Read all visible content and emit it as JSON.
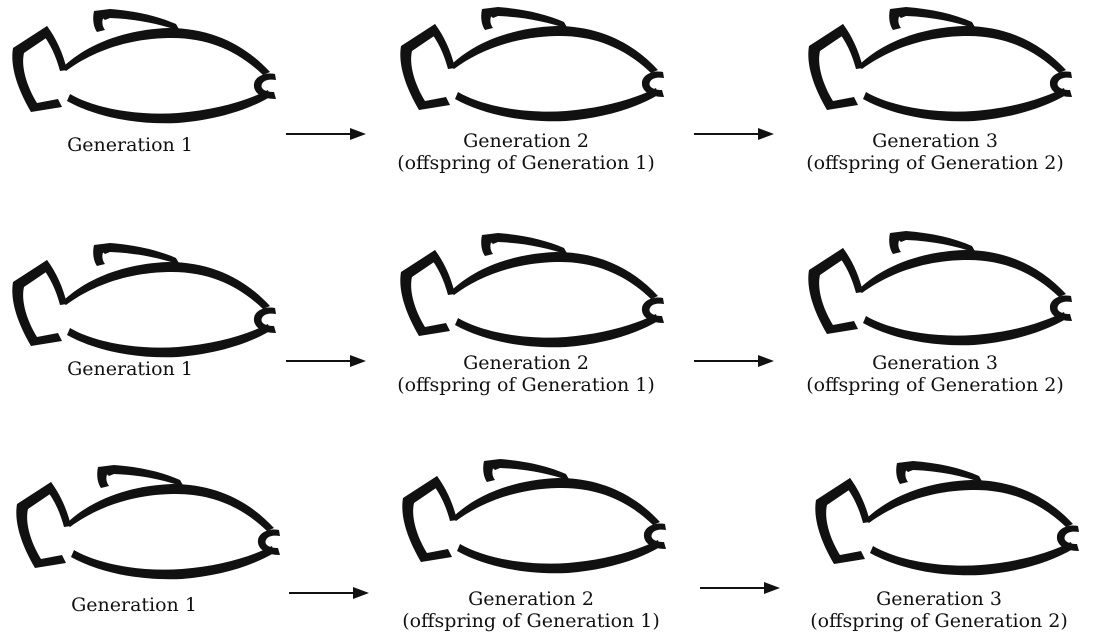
{
  "rows": [
    {
      "stages": [
        {
          "title": "Generation 1",
          "subtitle": ""
        },
        {
          "title": "Generation 2",
          "subtitle": "(offspring of Generation 1)"
        },
        {
          "title": "Generation 3",
          "subtitle": "(offspring of Generation 2)"
        }
      ]
    },
    {
      "stages": [
        {
          "title": "Generation 1",
          "subtitle": ""
        },
        {
          "title": "Generation 2",
          "subtitle": "(offspring of Generation 1)"
        },
        {
          "title": "Generation 3",
          "subtitle": "(offspring of Generation 2)"
        }
      ]
    },
    {
      "stages": [
        {
          "title": "Generation 1",
          "subtitle": ""
        },
        {
          "title": "Generation 2",
          "subtitle": "(offspring of Generation 1)"
        },
        {
          "title": "Generation 3",
          "subtitle": "(offspring of Generation 2)"
        }
      ]
    }
  ],
  "icons": {
    "fish": "fish-outline-icon",
    "arrow": "right-arrow-icon"
  },
  "colors": {
    "ink": "#111111",
    "background": "#ffffff"
  }
}
